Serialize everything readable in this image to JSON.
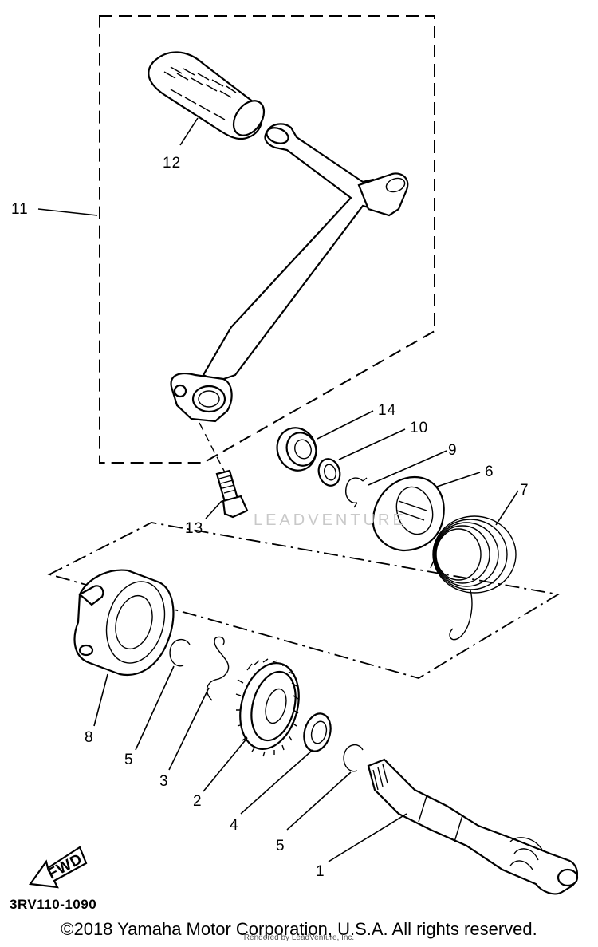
{
  "diagram": {
    "part_labels": [
      "1",
      "2",
      "3",
      "4",
      "5",
      "5",
      "6",
      "7",
      "8",
      "9",
      "10",
      "11",
      "12",
      "13",
      "14"
    ],
    "fwd_label": "FWD",
    "diagram_code": "3RV110-1090",
    "copyright": "©2018 Yamaha Motor Corporation, U.S.A. All rights reserved.",
    "rendered_by": "Rendered by LeadVenture, Inc.",
    "watermark": "LEADVENTURE"
  }
}
